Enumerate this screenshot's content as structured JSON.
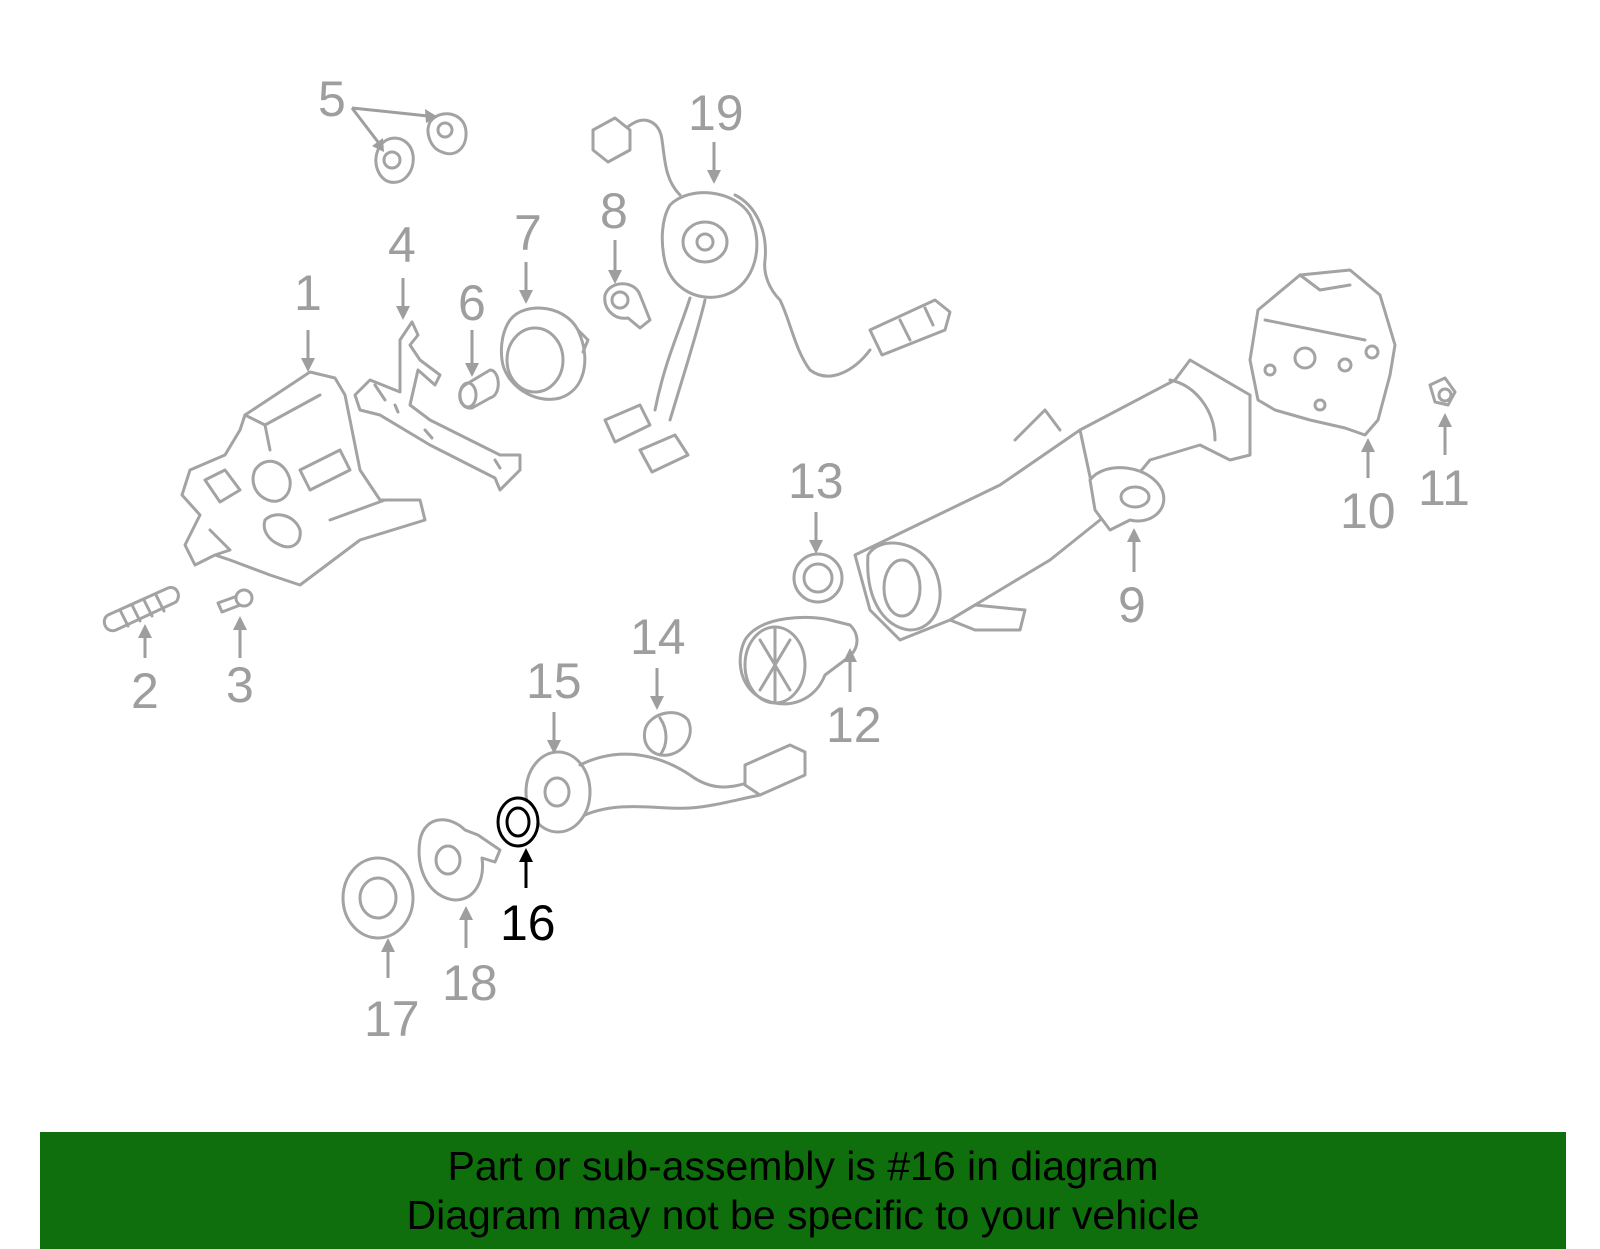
{
  "diagram": {
    "callouts": [
      {
        "id": "1",
        "label": "1"
      },
      {
        "id": "2",
        "label": "2"
      },
      {
        "id": "3",
        "label": "3"
      },
      {
        "id": "4",
        "label": "4"
      },
      {
        "id": "5",
        "label": "5"
      },
      {
        "id": "6",
        "label": "6"
      },
      {
        "id": "7",
        "label": "7"
      },
      {
        "id": "8",
        "label": "8"
      },
      {
        "id": "9",
        "label": "9"
      },
      {
        "id": "10",
        "label": "10"
      },
      {
        "id": "11",
        "label": "11"
      },
      {
        "id": "12",
        "label": "12"
      },
      {
        "id": "13",
        "label": "13"
      },
      {
        "id": "14",
        "label": "14"
      },
      {
        "id": "15",
        "label": "15"
      },
      {
        "id": "16",
        "label": "16"
      },
      {
        "id": "17",
        "label": "17"
      },
      {
        "id": "18",
        "label": "18"
      },
      {
        "id": "19",
        "label": "19"
      }
    ],
    "highlighted_part": "16",
    "colors": {
      "part_stroke": "#a3a3a3",
      "callout_text": "#9e9e9e",
      "highlight": "#000000",
      "banner_background": "#106f0d"
    }
  },
  "banner": {
    "line1": "Part or sub-assembly is #16 in diagram",
    "line2": "Diagram may not be specific to your vehicle"
  }
}
